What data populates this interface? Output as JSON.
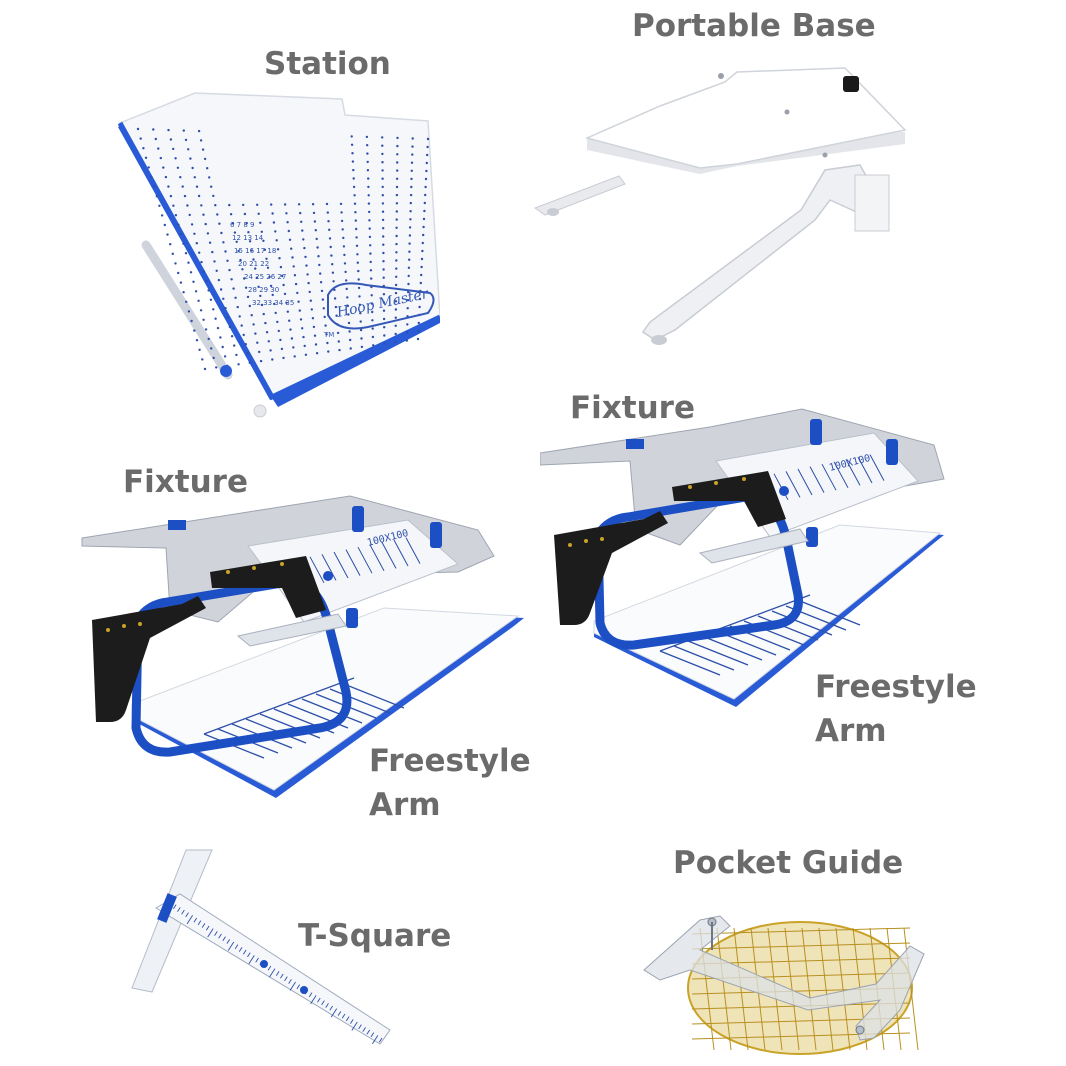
{
  "labels": {
    "station": "Station",
    "portable_base": "Portable Base",
    "fixture_left": "Fixture",
    "fixture_right": "Fixture",
    "freestyle_left_1": "Freestyle",
    "freestyle_left_2": "Arm",
    "freestyle_right_1": "Freestyle",
    "freestyle_right_2": "Arm",
    "tsquare": "T-Square",
    "pocket_guide": "Pocket Guide"
  },
  "station_text": {
    "logo": "Hoop Master",
    "tm": "TM"
  },
  "fixture_text": {
    "left_ruler": "100X100",
    "right_ruler": "100X100"
  },
  "colors": {
    "label": "#6b6b6b",
    "blue_edge": "#2a5bd6",
    "hoop_blue": "#1d4fc4",
    "magnet_black": "#1c1c1c",
    "grid_gold": "#c9a227"
  }
}
